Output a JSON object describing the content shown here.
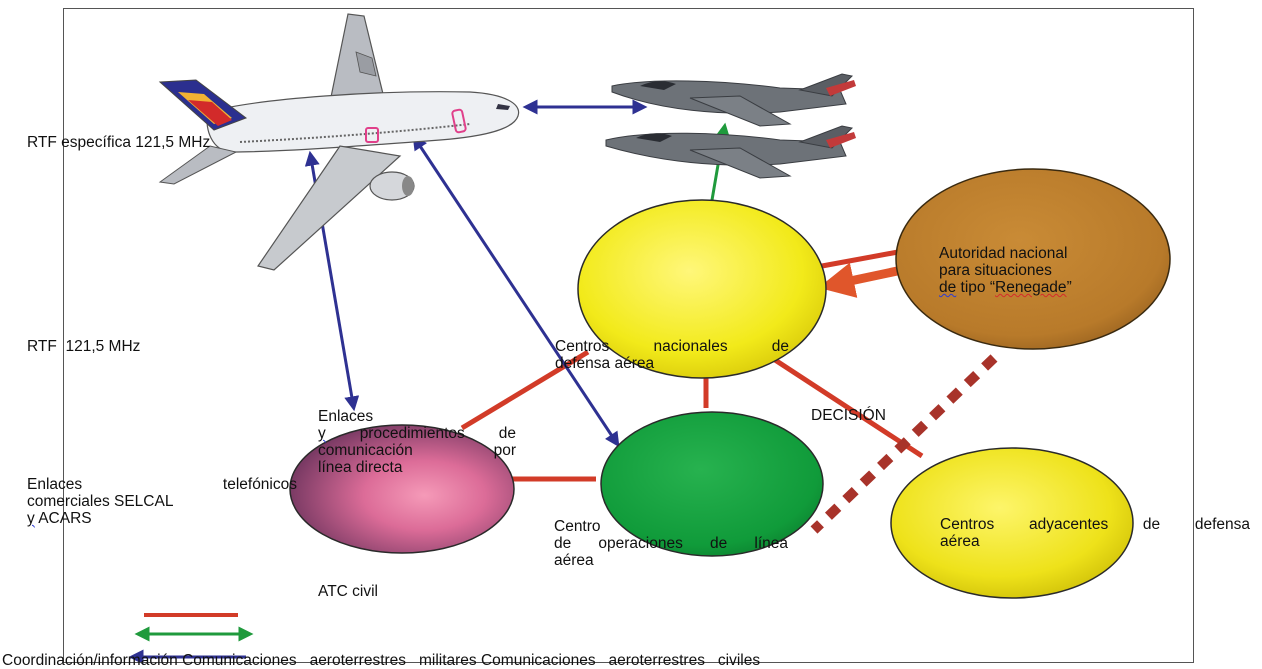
{
  "labels": {
    "rtf_specific": "RTF específica 121,5 MHz",
    "rtf": "RTF  121,5 MHz",
    "phone_links": [
      "Enlaces",
      "telefónicos"
    ],
    "phone_links_2": "comerciales SELCAL",
    "phone_links_3_a": "y",
    "phone_links_3_b": " ACARS",
    "direct_links_1": "Enlaces",
    "direct_links_2_a": "y",
    "direct_links_2_b": "procedimientos",
    "direct_links_2_c": "de",
    "direct_links_3_a": "comunicación",
    "direct_links_3_b": "por",
    "direct_links_4": "línea directa",
    "national_centers_1": [
      "Centros",
      "nacionales",
      "de"
    ],
    "national_centers_2": "defensa aérea",
    "decision": "DECISIÓN",
    "authority_1": "Autoridad nacional",
    "authority_2": "para situaciones",
    "authority_3_a": "de",
    "authority_3_b": " tipo “",
    "authority_3_c": "Renegade",
    "authority_3_d": "”",
    "airline_ops_1": "Centro",
    "airline_ops_2": [
      "de",
      "operaciones",
      "de",
      "línea"
    ],
    "airline_ops_3": "aérea",
    "adjacent_1": [
      "Centros",
      "adyacentes",
      "de",
      "defensa"
    ],
    "adjacent_2": "aérea",
    "civil_atc": "ATC civil",
    "legend_text": "Coordinación/información Comunicaciones   aeroterrestres   militares Comunicaciones   aeroterrestres   civiles"
  },
  "colors": {
    "coordination": "#d23b28",
    "military": "#1f9a3c",
    "civil": "#2e3192",
    "national_centers": "#f2ea1a",
    "authority": "#b87a2a",
    "airline_ops": "#109b3a",
    "adjacent": "#eee21a",
    "civil_atc": "#9a4b78"
  },
  "icons": {
    "airliner": "airliner-icon",
    "fighter_jets": "fighter-jet-icon"
  }
}
